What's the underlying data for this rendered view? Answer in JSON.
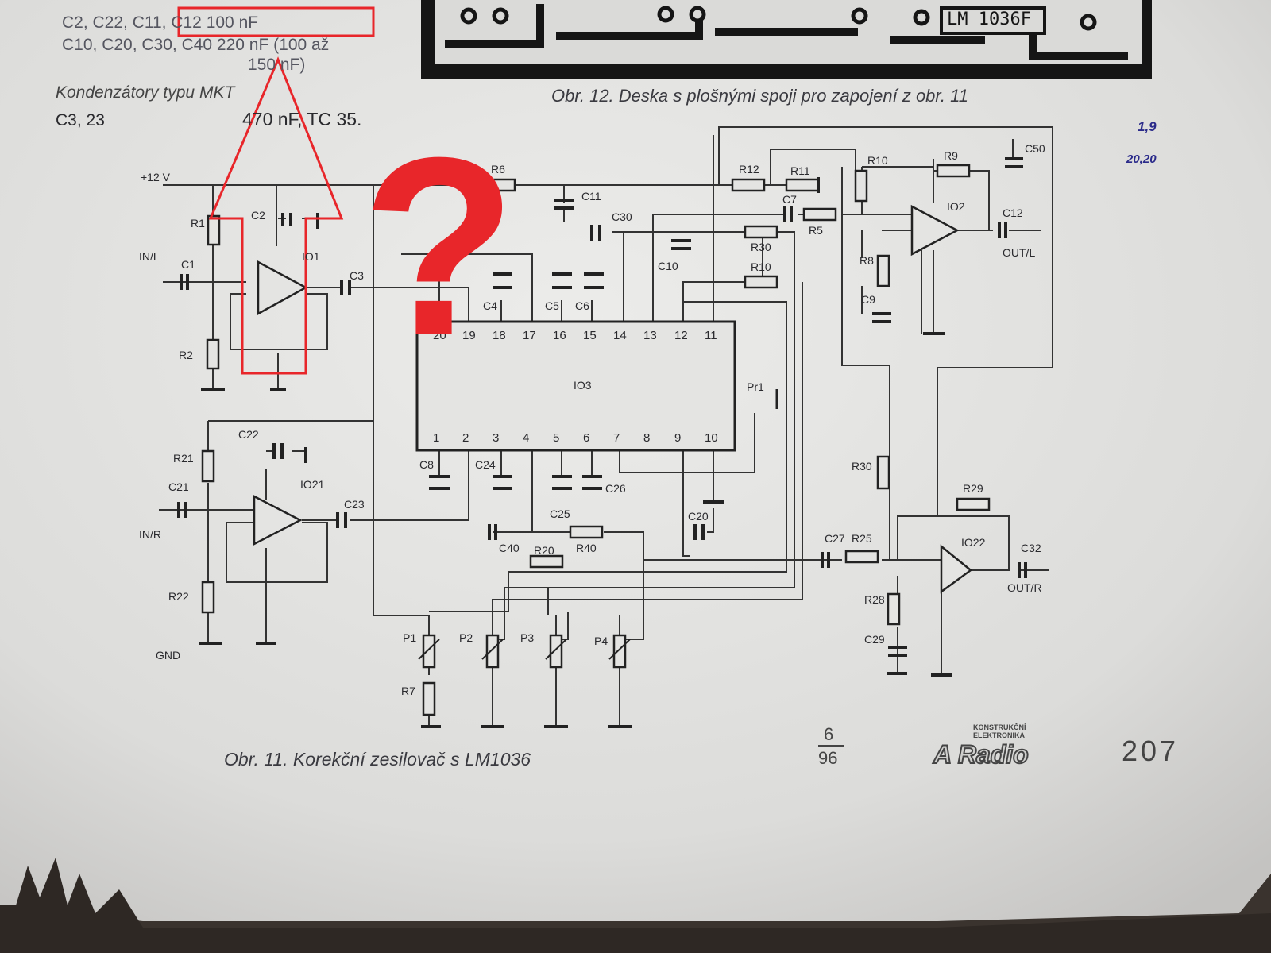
{
  "parts_list": {
    "line1": "C2, C22, C11, C12   100 nF",
    "line2": "C10, C20, C30, C40 220 nF (100 až",
    "line3": "150 nF)",
    "mkt_heading": "Kondenzátory typu MKT",
    "c3_label": "C3, 23",
    "c3_value": "470 nF, TC 35."
  },
  "pcb": {
    "chip_label": "LM 1036F",
    "caption": "Obr. 12. Deska s plošnými spoji pro zapojení z obr. 11"
  },
  "schematic": {
    "caption": "Obr. 11. Korekční zesilovač s LM1036",
    "supply": "+12 V",
    "gnd": "GND",
    "in_l": "IN/L",
    "in_r": "IN/R",
    "out_l": "OUT/L",
    "out_r": "OUT/R",
    "io1": "IO1",
    "io2": "IO2",
    "io21": "IO21",
    "io22": "IO22",
    "io3": "IO3",
    "pr1": "Pr1",
    "pins_top": [
      "20",
      "19",
      "18",
      "17",
      "16",
      "15",
      "14",
      "13",
      "12",
      "11"
    ],
    "pins_bottom": [
      "1",
      "2",
      "3",
      "4",
      "5",
      "6",
      "7",
      "8",
      "9",
      "10"
    ],
    "labels": {
      "R1": "R1",
      "R2": "R2",
      "R21": "R21",
      "R22": "R22",
      "R6": "R6",
      "R12": "R12",
      "R11": "R11",
      "R10a": "R10",
      "R10b": "R10",
      "R9": "R9",
      "R5": "R5",
      "R30a": "R30",
      "R30b": "R30",
      "R8": "R8",
      "R29": "R29",
      "R25": "R25",
      "R28": "R28",
      "R20": "R20",
      "R40": "R40",
      "R7": "R7",
      "C1": "C1",
      "C2": "C2",
      "C3": "C3",
      "C4": "C4",
      "C5": "C5",
      "C6": "C6",
      "C7": "C7",
      "C8": "C8",
      "C9": "C9",
      "C10": "C10",
      "C11": "C11",
      "C12": "C12",
      "C20": "C20",
      "C21": "C21",
      "C22": "C22",
      "C23": "C23",
      "C24": "C24",
      "C25": "C25",
      "C26": "C26",
      "C27": "C27",
      "C29": "C29",
      "C30": "C30",
      "C32": "C32",
      "C40": "C40",
      "C50": "C50",
      "P1": "P1",
      "P2": "P2",
      "P3": "P3",
      "P4": "P4"
    }
  },
  "footer": {
    "issue_top": "6",
    "issue_bottom": "96",
    "publisher_small": "KONSTRUKČNÍ ELEKTRONIKA",
    "publisher": "A Radio",
    "page_number": "207"
  },
  "annotation": {
    "question_mark": "?",
    "highlight_color": "#e8262a",
    "note_line1": "1,9",
    "note_line2": "20,20"
  }
}
